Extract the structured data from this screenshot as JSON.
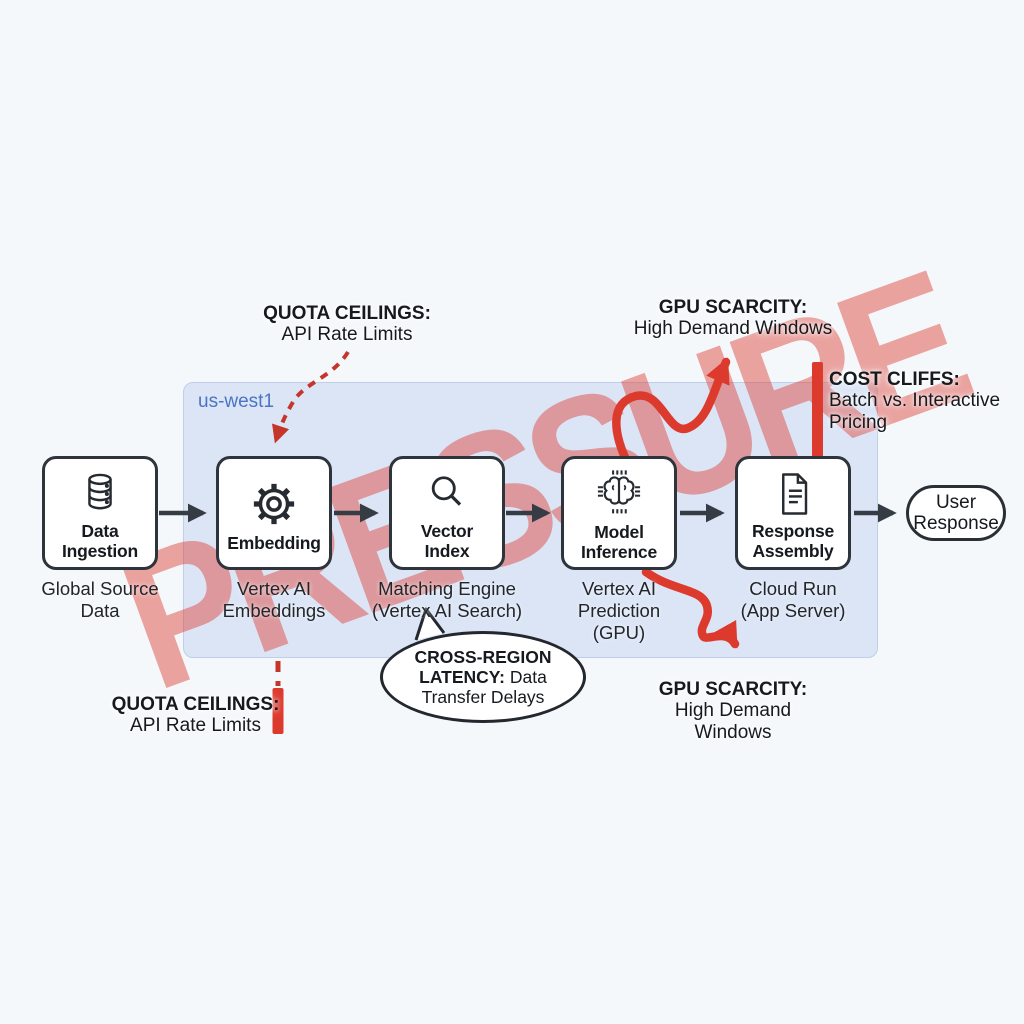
{
  "watermark": "PRESSURE",
  "region": {
    "label": "us-west1"
  },
  "nodes": [
    {
      "icon": "database-icon",
      "title_lines": [
        "Data",
        "Ingestion"
      ],
      "subtitle_lines": [
        "Global Source",
        "Data"
      ]
    },
    {
      "icon": "gear-icon",
      "title_lines": [
        "Embedding"
      ],
      "subtitle_lines": [
        "Vertex AI",
        "Embeddings"
      ]
    },
    {
      "icon": "search-icon",
      "title_lines": [
        "Vector",
        "Index"
      ],
      "subtitle_lines": [
        "Matching Engine",
        "(Vertex AI Search)"
      ]
    },
    {
      "icon": "brain-chip-icon",
      "title_lines": [
        "Model",
        "Inference"
      ],
      "subtitle_lines": [
        "Vertex AI",
        "Prediction",
        "(GPU)"
      ]
    },
    {
      "icon": "document-icon",
      "title_lines": [
        "Response",
        "Assembly"
      ],
      "subtitle_lines": [
        "Cloud Run",
        "(App Server)"
      ]
    }
  ],
  "terminal": {
    "lines": [
      "User",
      "Response"
    ]
  },
  "annotations": {
    "quota_top": {
      "heading": "QUOTA CEILINGS:",
      "lines": [
        "API Rate Limits"
      ]
    },
    "gpu_top": {
      "heading": "GPU SCARCITY:",
      "lines": [
        "High Demand Windows"
      ]
    },
    "cost_cliffs": {
      "heading": "COST CLIFFS:",
      "lines": [
        "Batch vs. Interactive",
        "Pricing"
      ]
    },
    "quota_bottom": {
      "heading": "QUOTA CEILINGS:",
      "lines": [
        "API Rate Limits"
      ]
    },
    "gpu_bottom": {
      "heading": "GPU SCARCITY:",
      "lines": [
        "High Demand",
        "Windows"
      ]
    },
    "latency_bubble": {
      "line1": "CROSS-REGION",
      "line2_bold": "LATENCY:",
      "line2_rest": " Data",
      "line3": "Transfer Delays"
    }
  },
  "colors": {
    "background": "#f5f8fb",
    "region_fill": "#dbe5f6",
    "region_border": "#bfcfe9",
    "region_label_blue": "#4a74c4",
    "node_border": "#2e343b",
    "arrow_dark": "#363c44",
    "alert_red": "#dd3a2e",
    "dashed_red": "#c5352a",
    "watermark_red": "rgba(221,58,46,0.45)"
  }
}
